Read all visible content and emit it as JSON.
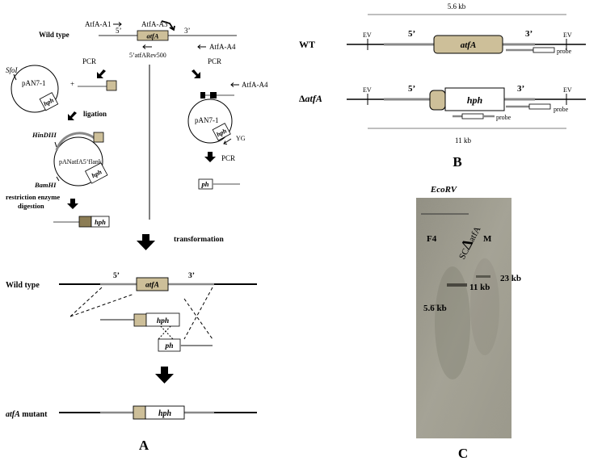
{
  "colors": {
    "insert": "#cdbf99",
    "gray_line": "#8c8c8c",
    "blot_bg": "#9c9a8c"
  },
  "panel_a": {
    "label": "A",
    "primers": {
      "a1": "AtfA-A1",
      "a3": "AtfA-A3",
      "a4": "AtfA-A4",
      "rev500": "5’atfARev500",
      "yg": "YG"
    },
    "wild_type": "Wild type",
    "five": "5’",
    "three": "3’",
    "gene": "atfA",
    "hph": "hph",
    "ph": "ph",
    "pcr": "PCR",
    "sfoi": "SfoI",
    "pan71": "pAN7-1",
    "plus": "+",
    "ligation": "ligation",
    "hindiii": "HinDIII",
    "panatfa": "pANatfA5’flank",
    "bamhi": "BamHI",
    "restriction_line1": "restriction enzyme",
    "restriction_line2": "digestion",
    "transformation": "transformation",
    "mutant_gene": "atfA",
    "mutant_suffix": " mutant"
  },
  "panel_b": {
    "label": "B",
    "size_top": "5.6 kb",
    "size_bottom": "11 kb",
    "wt": "WT",
    "delta": "Δ",
    "delta_gene": "atfA",
    "ev": "EV",
    "five": "5’",
    "three": "3’",
    "gene": "atfA",
    "hph": "hph",
    "probe": "probe"
  },
  "panel_c": {
    "label": "C",
    "enzyme": "EcoRV",
    "lane_f4": "F4",
    "lane_sc": "SC",
    "lane_delta": "Δ",
    "lane_atfa": "atfA",
    "lane_m": "M",
    "band_23": "23 kb",
    "band_11": "11 kb",
    "band_56": "5.6 kb"
  }
}
